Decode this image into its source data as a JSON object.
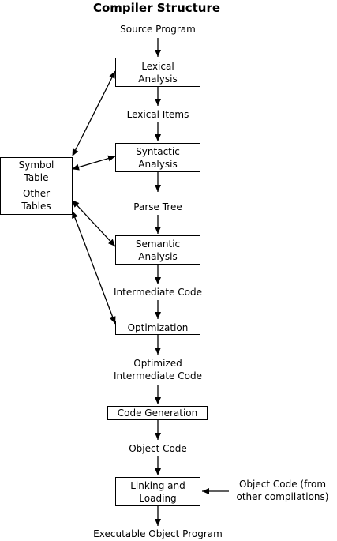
{
  "title": "Compiler Structure",
  "labels": {
    "source": "Source Program",
    "lexical_items": "Lexical Items",
    "parse_tree": "Parse Tree",
    "intermediate_code": "Intermediate Code",
    "optimized_1": "Optimized",
    "optimized_2": "Intermediate Code",
    "object_code": "Object Code",
    "other_1": "Object Code (from",
    "other_2": "other compilations)",
    "executable": "Executable Object Program"
  },
  "boxes": {
    "lexical_1": "Lexical",
    "lexical_2": "Analysis",
    "syntactic_1": "Syntactic",
    "syntactic_2": "Analysis",
    "semantic_1": "Semantic",
    "semantic_2": "Analysis",
    "optimization": "Optimization",
    "codegen": "Code Generation",
    "linking_1": "Linking and",
    "linking_2": "Loading"
  },
  "tables": {
    "symbol_1": "Symbol",
    "symbol_2": "Table",
    "other_1": "Other",
    "other_2": "Tables"
  }
}
